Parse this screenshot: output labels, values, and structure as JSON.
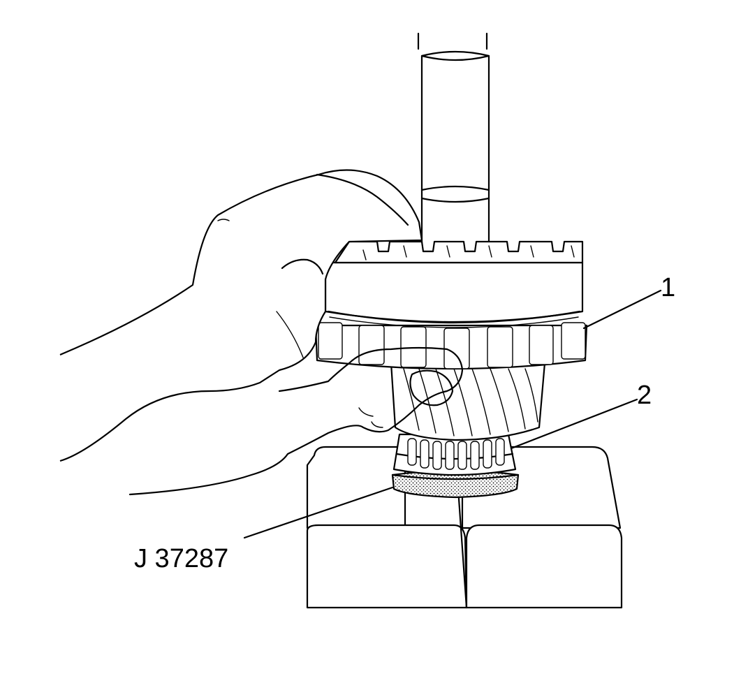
{
  "callouts": {
    "part1": "1",
    "part2": "2",
    "tool": "J 37287"
  },
  "colors": {
    "ink": "#000000",
    "paper": "#ffffff",
    "stipple": "#bdbdbd"
  }
}
